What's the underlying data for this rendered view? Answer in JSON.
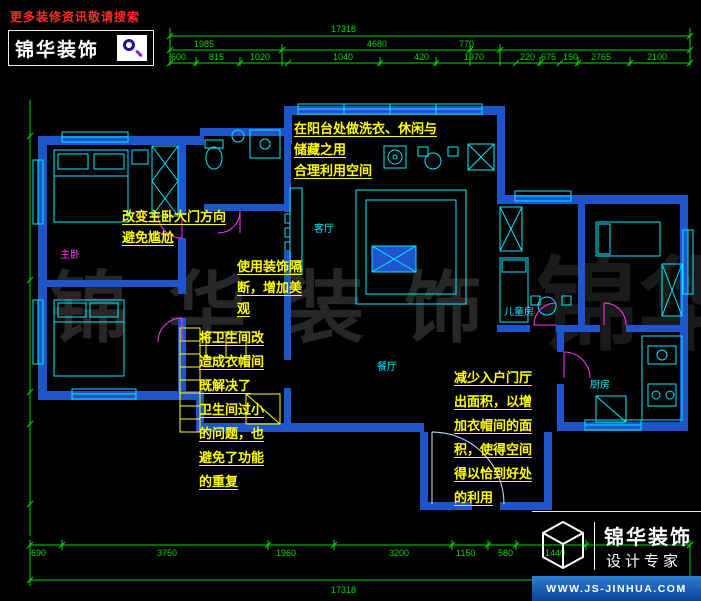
{
  "colors": {
    "wall": "#1e55cc",
    "line": "#00e8ff",
    "dimension": "#00d800",
    "note": "#ffff00",
    "door": "#ff33ff",
    "promo": "#ff2b2b",
    "footer_bar": "#0a3f91"
  },
  "header": {
    "promo": "更多装修资讯敬请搜索",
    "brand": "锦华装饰"
  },
  "watermark": "锦华装饰",
  "notes": {
    "balcony": "在阳台处做洗衣、休闲与\n储藏之用\n合理利用空间",
    "master_door": "改变主卧大门方向\n避免尴尬",
    "partition": "使用装饰隔\n断，增加美\n观",
    "cloakroom": "将卫生间改\n造成衣帽间\n既解决了\n卫生间过小\n的问题，也\n避免了功能\n的重复",
    "entry": "减少入户门厅\n出面积，以增\n加衣帽间的面\n积，使得空间\n得以恰到好处\n的利用"
  },
  "rooms": {
    "living": "客厅",
    "dining": "餐厅",
    "kitchen": "厨房",
    "kids": "儿童房",
    "master": "主卧"
  },
  "dims": {
    "top_total": "17318",
    "row1": [
      "1985",
      "4680",
      "770"
    ],
    "row2": [
      "600",
      "815",
      "1020",
      "1040",
      "420",
      "1970",
      "220",
      "675",
      "150",
      "2765",
      "2100"
    ],
    "bottom": [
      "690",
      "3750",
      "1960",
      "3200",
      "1150",
      "580",
      "1440"
    ],
    "bottom_total": "17318"
  },
  "footer": {
    "brand": "锦华装饰",
    "tagline": "设计专家",
    "url": "WWW.JS-JINHUA.COM"
  }
}
